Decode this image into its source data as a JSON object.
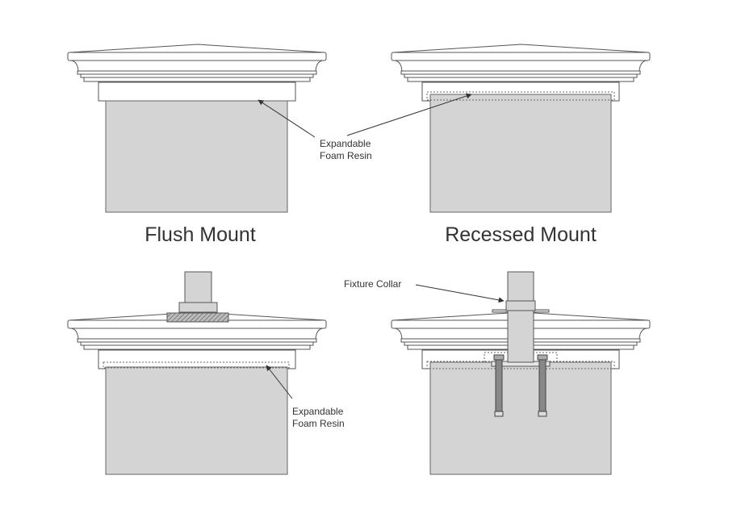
{
  "diagram": {
    "labels": {
      "foam_resin_top_line1": "Expandable",
      "foam_resin_top_line2": "Foam Resin",
      "flush_mount": "Flush Mount",
      "recessed_mount": "Recessed Mount",
      "fixture_collar": "Fixture Collar",
      "foam_resin_bottom_line1": "Expandable",
      "foam_resin_bottom_line2": "Foam Resin"
    },
    "colors": {
      "post_fill": "#d4d4d4",
      "line": "#555555",
      "background": "#ffffff"
    }
  }
}
